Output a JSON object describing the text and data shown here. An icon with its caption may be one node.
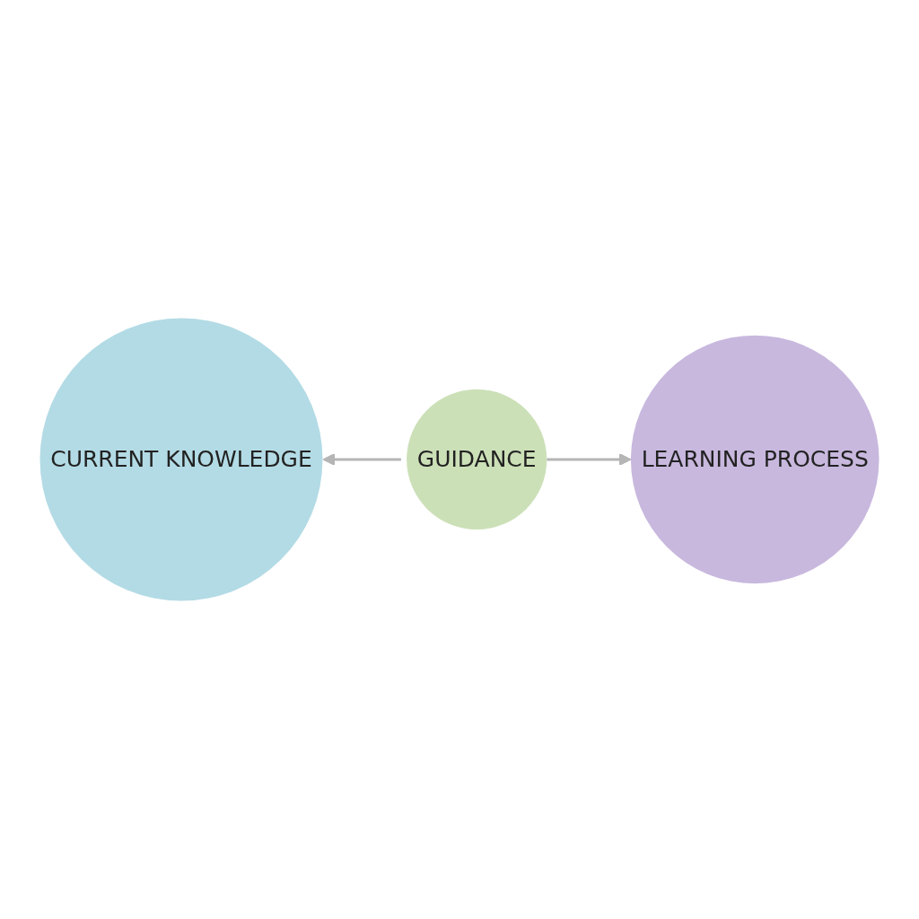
{
  "diagram": {
    "nodes": [
      {
        "text": [
          "CURRENT KNOWLEDGE"
        ]
      },
      {
        "text": [
          "GUIDANCE"
        ]
      },
      {
        "text": [
          "LEARNING PROCESS"
        ]
      }
    ],
    "edges": [
      {
        "from": 1,
        "to": 0,
        "arrow": "to"
      },
      {
        "from": 1,
        "to": 2,
        "arrow": "to"
      }
    ]
  }
}
